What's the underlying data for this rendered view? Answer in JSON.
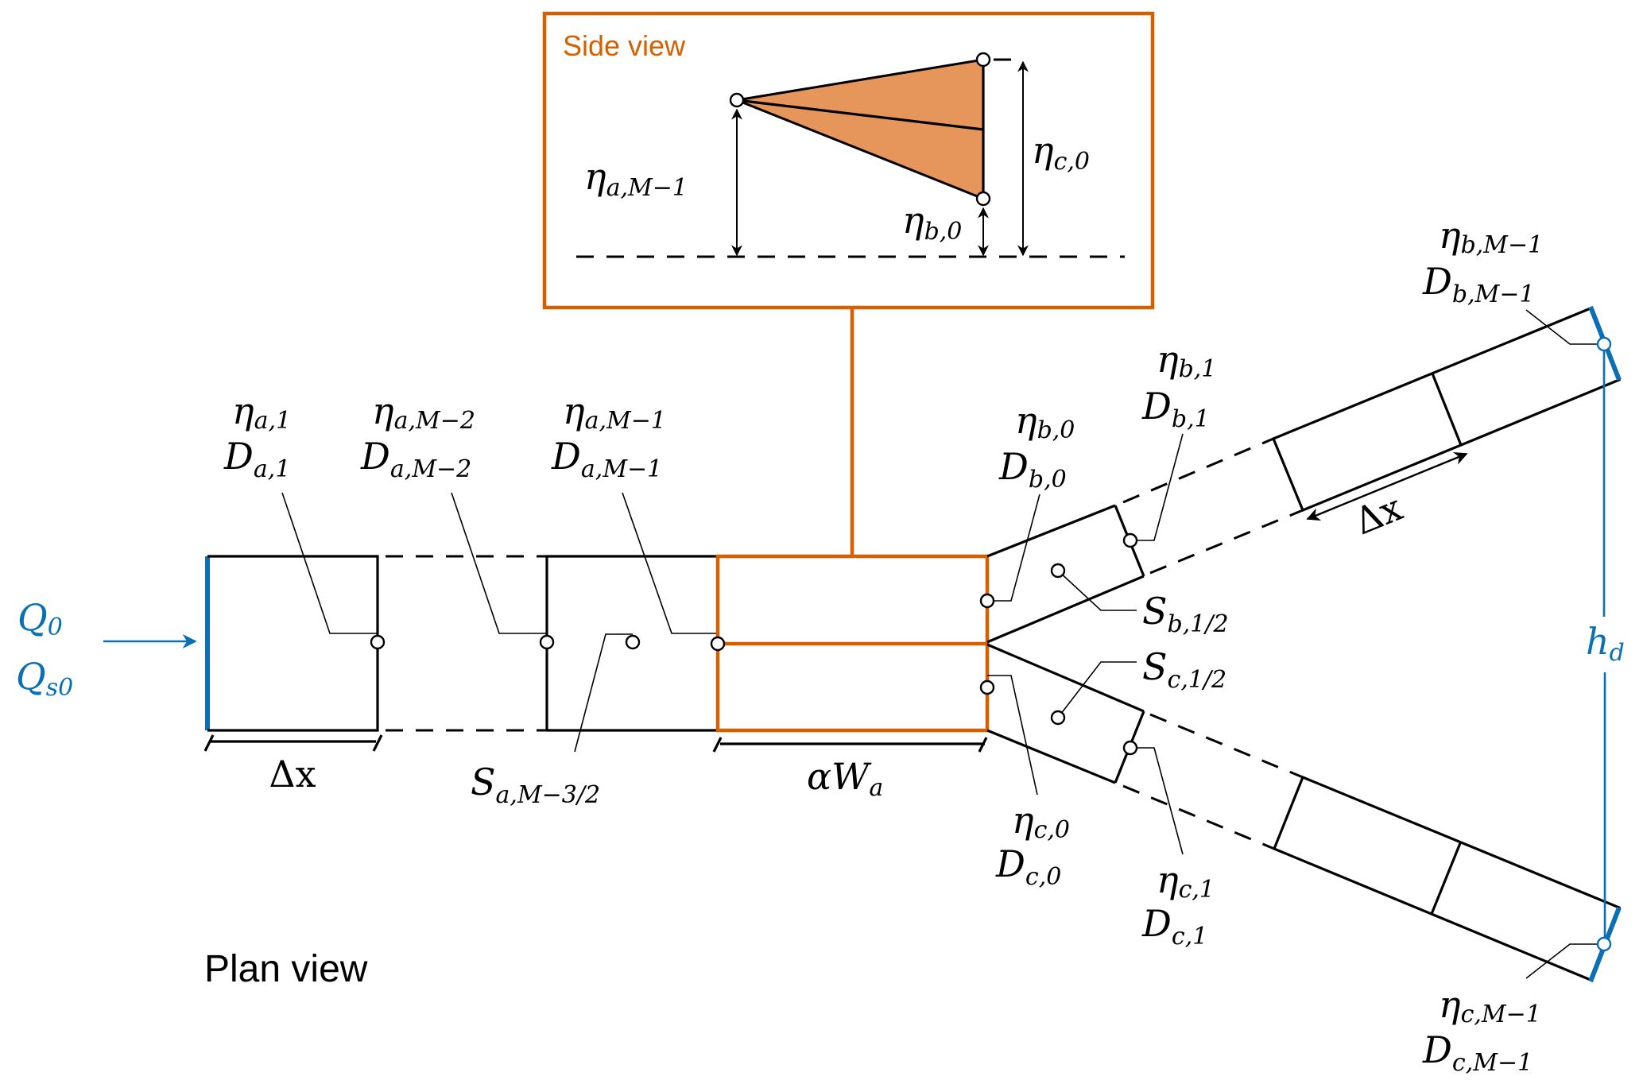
{
  "colors": {
    "orange": "#d65f00",
    "orange_fill": "#e6965a",
    "blue": "#0a6fb5",
    "black": "#000000"
  },
  "side_view": {
    "title": "Side view",
    "labels": {
      "eta_a_M1": {
        "main": "η",
        "sub": "a,M−1"
      },
      "eta_b_0": {
        "main": "η",
        "sub": "b,0"
      },
      "eta_c_0": {
        "main": "η",
        "sub": "c,0"
      }
    }
  },
  "plan_view": {
    "title": "Plan view",
    "inflow": {
      "q0": {
        "main": "Q",
        "sub": "0"
      },
      "qs0": {
        "main": "Q",
        "sub": "s0"
      }
    },
    "branch_a": {
      "nodes": [
        {
          "eta": "a,1",
          "D": "a,1"
        },
        {
          "eta": "a,M−2",
          "D": "a,M−2"
        },
        {
          "eta": "a,M−1",
          "D": "a,M−1"
        }
      ],
      "slope_label": {
        "main": "S",
        "sub": "a,M−3/2"
      },
      "dx_label": "Δx",
      "bifurcation_width_label": {
        "main": "αW",
        "sub": "a"
      }
    },
    "branch_b": {
      "nodes": [
        {
          "eta": "b,0",
          "D": "b,0"
        },
        {
          "eta": "b,1",
          "D": "b,1"
        },
        {
          "eta": "b,M−1",
          "D": "b,M−1"
        }
      ],
      "slope_label": {
        "main": "S",
        "sub": "b,1/2"
      },
      "dx_label": "Δx"
    },
    "branch_c": {
      "nodes": [
        {
          "eta": "c,0",
          "D": "c,0"
        },
        {
          "eta": "c,1",
          "D": "c,1"
        },
        {
          "eta": "c,M−1",
          "D": "c,M−1"
        }
      ],
      "slope_label": {
        "main": "S",
        "sub": "c,1/2"
      }
    },
    "downstream_head_label": {
      "main": "h",
      "sub": "d"
    }
  }
}
